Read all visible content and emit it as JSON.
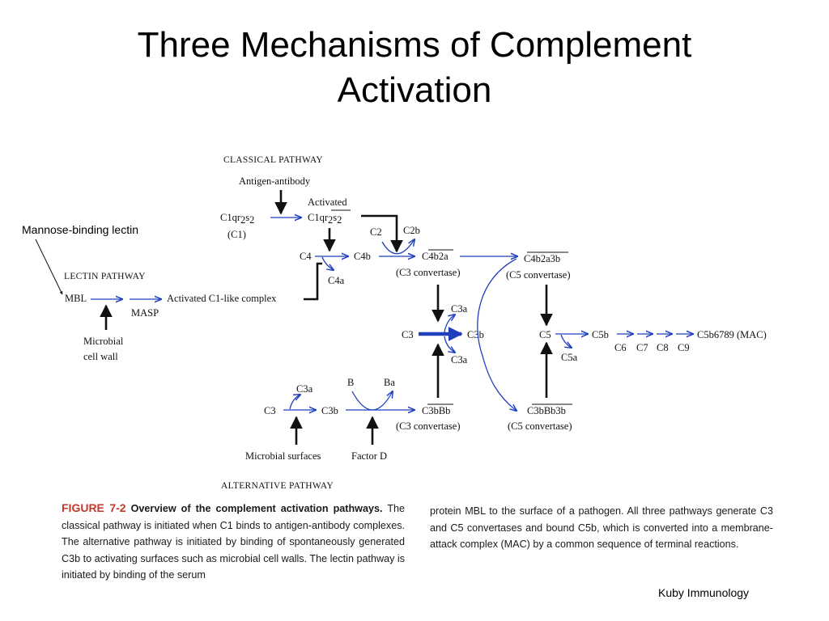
{
  "title": {
    "line1": "Three Mechanisms of Complement",
    "line2": "Activation"
  },
  "side_label": "Mannose-binding lectin",
  "credit": "Kuby Immunology",
  "diagram": {
    "classical_header": "CLASSICAL PATHWAY",
    "antigen_antibody": "Antigen-antibody",
    "activated": "Activated",
    "c1": "(C1)",
    "c4": "C4",
    "c4b": "C4b",
    "c4a": "C4a",
    "c2": "C2",
    "c2b": "C2b",
    "c4b2a": "C4b2a",
    "c3_convertase": "(C3 convertase)",
    "c4b2a3b": "C4b2a3b",
    "c5_convertase": "(C5 convertase)",
    "lectin_header": "LECTIN PATHWAY",
    "mbl": "MBL",
    "masp": "MASP",
    "activated_c1_like": "Activated C1-like complex",
    "microbial_line1": "Microbial",
    "microbial_line2": "cell wall",
    "c3": "C3",
    "c3a": "C3a",
    "c3b": "C3b",
    "c5": "C5",
    "c5b": "C5b",
    "c5a": "C5a",
    "c6": "C6",
    "c7": "C7",
    "c8": "C8",
    "c9": "C9",
    "mac": "C5b6789 (MAC)",
    "b": "B",
    "ba": "Ba",
    "c3bbb": "C3bBb",
    "c3bbb3b": "C3bBb3b",
    "microbial_surfaces": "Microbial surfaces",
    "factor_d": "Factor D",
    "alternative_header": "ALTERNATIVE PATHWAY"
  },
  "caption": {
    "figure_number": "FIGURE 7-2",
    "figure_title": "Overview of the complement activation pathways.",
    "left_text": "The classical pathway is initiated when C1 binds to antigen-antibody complexes. The alternative pathway is initiated by binding of spontaneously generated C3b to activating surfaces such as microbial cell walls. The lectin pathway is initiated by binding of the serum",
    "right_text": "protein MBL to the surface of a pathogen. All three pathways generate C3 and C5 convertases and bound C5b, which is converted into a membrane-attack complex (MAC) by a common sequence of terminal reactions."
  },
  "colors": {
    "blue_arrow": "#1f3fbf",
    "black_arrow": "#111111",
    "figure_red": "#c0392b"
  }
}
